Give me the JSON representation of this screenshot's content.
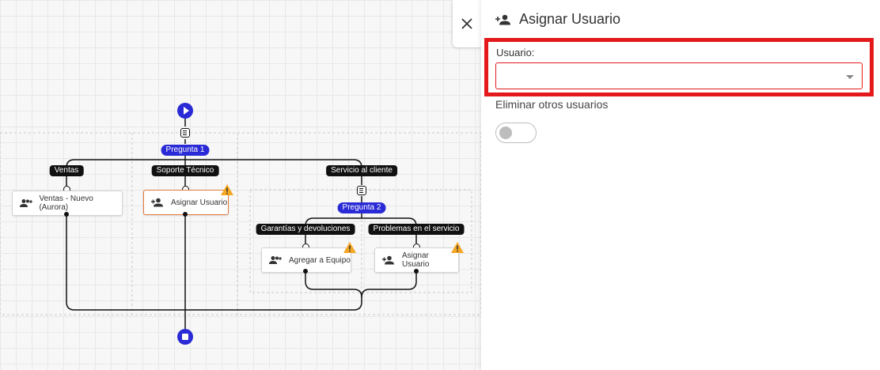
{
  "panel": {
    "title": "Asignar Usuario",
    "usuario_label": "Usuario:",
    "usuario_value": "",
    "eliminar_label": "Eliminar otros usuarios",
    "eliminar_enabled": false
  },
  "flow": {
    "question1": "Pregunta 1",
    "question2": "Pregunta 2",
    "branches": {
      "ventas": "Ventas",
      "soporte": "Soporte Técnico",
      "servicio": "Servicio al cliente",
      "garantias": "Garantías y devoluciones",
      "problemas": "Problemas en el servicio"
    },
    "nodes": {
      "ventas": "Ventas - Nuevo (Aurora)",
      "asignar": "Asignar Usuario",
      "agregar": "Agregar a Equipo",
      "asignar2": "Asignar Usuario"
    }
  },
  "colors": {
    "accent": "#2a2ad6",
    "highlight": "#e3191c",
    "warning": "#f5a623",
    "selected_border": "#e07a3a"
  }
}
